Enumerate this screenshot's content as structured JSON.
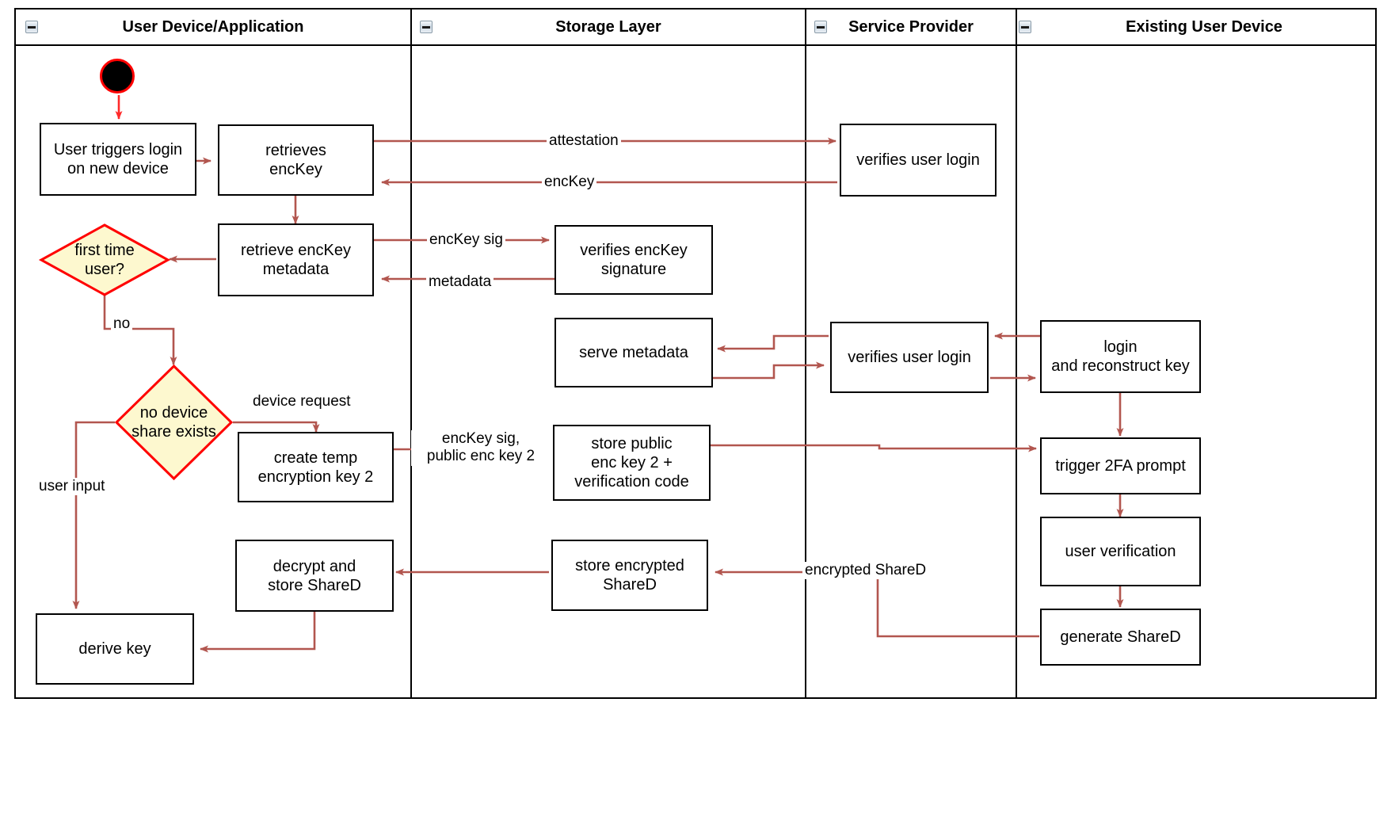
{
  "diagram": {
    "title": "Key recovery on new device — swimlane activity diagram",
    "accent_arrow_color": "#b2564f",
    "decision_fill": "#fdf8cf",
    "decision_border": "#ff0000",
    "node_border": "#000000",
    "lane_border": "#000000"
  },
  "lanes": [
    {
      "id": "user-device-application",
      "label": "User Device/Application",
      "collapse_icon": "collapse-minus-icon"
    },
    {
      "id": "storage-layer",
      "label": "Storage Layer",
      "collapse_icon": "collapse-minus-icon"
    },
    {
      "id": "service-provider",
      "label": "Service Provider",
      "collapse_icon": "collapse-minus-icon"
    },
    {
      "id": "existing-user-device",
      "label": "Existing User Device",
      "collapse_icon": "collapse-minus-icon"
    }
  ],
  "nodes": [
    {
      "id": "start",
      "lane": "user-device-application",
      "type": "start",
      "label": ""
    },
    {
      "id": "user-triggers-login",
      "lane": "user-device-application",
      "type": "action",
      "label": "User triggers login\non new device"
    },
    {
      "id": "retrieves-enckey",
      "lane": "user-device-application",
      "type": "action",
      "label": "retrieves\nencKey"
    },
    {
      "id": "retrieve-enckey-metadata",
      "lane": "user-device-application",
      "type": "action",
      "label": "retrieve encKey\nmetadata"
    },
    {
      "id": "first-time-user",
      "lane": "user-device-application",
      "type": "decision",
      "label": "first time\nuser?"
    },
    {
      "id": "no-device-share-exists",
      "lane": "user-device-application",
      "type": "decision",
      "label": "no device\nshare exists"
    },
    {
      "id": "create-temp-encryption-key-2",
      "lane": "user-device-application",
      "type": "action",
      "label": "create temp\nencryption key 2"
    },
    {
      "id": "decrypt-and-store-shared",
      "lane": "user-device-application",
      "type": "action",
      "label": "decrypt and\nstore ShareD"
    },
    {
      "id": "derive-key",
      "lane": "user-device-application",
      "type": "action",
      "label": "derive key"
    },
    {
      "id": "verifies-enckey-signature",
      "lane": "storage-layer",
      "type": "action",
      "label": "verifies encKey\nsignature"
    },
    {
      "id": "serve-metadata",
      "lane": "storage-layer",
      "type": "action",
      "label": "serve metadata"
    },
    {
      "id": "store-public-enc-key-2",
      "lane": "storage-layer",
      "type": "action",
      "label": "store public\nenc key 2 +\nverification code"
    },
    {
      "id": "store-encrypted-shared",
      "lane": "storage-layer",
      "type": "action",
      "label": "store encrypted\nShareD"
    },
    {
      "id": "verifies-user-login-1",
      "lane": "service-provider",
      "type": "action",
      "label": "verifies user login"
    },
    {
      "id": "verifies-user-login-2",
      "lane": "service-provider",
      "type": "action",
      "label": "verifies user login"
    },
    {
      "id": "login-and-reconstruct-key",
      "lane": "existing-user-device",
      "type": "action",
      "label": "login\nand reconstruct key"
    },
    {
      "id": "trigger-2fa-prompt",
      "lane": "existing-user-device",
      "type": "action",
      "label": "trigger 2FA prompt"
    },
    {
      "id": "user-verification",
      "lane": "existing-user-device",
      "type": "action",
      "label": "user verification"
    },
    {
      "id": "generate-shared",
      "lane": "existing-user-device",
      "type": "action",
      "label": "generate ShareD"
    }
  ],
  "edge_labels": [
    {
      "id": "attestation",
      "text": "attestation"
    },
    {
      "id": "enckey",
      "text": "encKey"
    },
    {
      "id": "enckey-sig",
      "text": "encKey sig"
    },
    {
      "id": "metadata",
      "text": "metadata"
    },
    {
      "id": "no",
      "text": "no"
    },
    {
      "id": "device-request",
      "text": "device request"
    },
    {
      "id": "user-input",
      "text": "user input"
    },
    {
      "id": "enckey-sig-pubkey2",
      "text": "encKey sig,\npublic enc key 2"
    },
    {
      "id": "encrypted-shared",
      "text": "encrypted ShareD"
    }
  ],
  "edges": [
    {
      "from": "start",
      "to": "user-triggers-login",
      "label": ""
    },
    {
      "from": "user-triggers-login",
      "to": "retrieves-enckey",
      "label": ""
    },
    {
      "from": "retrieves-enckey",
      "to": "verifies-user-login-1",
      "label": "attestation"
    },
    {
      "from": "verifies-user-login-1",
      "to": "retrieves-enckey",
      "label": "encKey"
    },
    {
      "from": "retrieves-enckey",
      "to": "retrieve-enckey-metadata",
      "label": ""
    },
    {
      "from": "retrieve-enckey-metadata",
      "to": "verifies-enckey-signature",
      "label": "encKey sig"
    },
    {
      "from": "verifies-enckey-signature",
      "to": "retrieve-enckey-metadata",
      "label": "metadata"
    },
    {
      "from": "retrieve-enckey-metadata",
      "to": "first-time-user",
      "label": ""
    },
    {
      "from": "first-time-user",
      "to": "no-device-share-exists",
      "label": "no"
    },
    {
      "from": "no-device-share-exists",
      "to": "create-temp-encryption-key-2",
      "label": "device request"
    },
    {
      "from": "no-device-share-exists",
      "to": "derive-key",
      "label": "user input"
    },
    {
      "from": "create-temp-encryption-key-2",
      "to": "store-public-enc-key-2",
      "label": "encKey sig,\npublic enc key 2"
    },
    {
      "from": "login-and-reconstruct-key",
      "to": "verifies-user-login-2",
      "label": ""
    },
    {
      "from": "verifies-user-login-2",
      "to": "serve-metadata",
      "label": ""
    },
    {
      "from": "serve-metadata",
      "to": "verifies-user-login-2",
      "label": ""
    },
    {
      "from": "verifies-user-login-2",
      "to": "login-and-reconstruct-key",
      "label": ""
    },
    {
      "from": "store-public-enc-key-2",
      "to": "trigger-2fa-prompt",
      "label": ""
    },
    {
      "from": "login-and-reconstruct-key",
      "to": "trigger-2fa-prompt",
      "label": ""
    },
    {
      "from": "trigger-2fa-prompt",
      "to": "user-verification",
      "label": ""
    },
    {
      "from": "user-verification",
      "to": "generate-shared",
      "label": ""
    },
    {
      "from": "generate-shared",
      "to": "store-encrypted-shared",
      "label": "encrypted ShareD"
    },
    {
      "from": "store-encrypted-shared",
      "to": "decrypt-and-store-shared",
      "label": ""
    },
    {
      "from": "decrypt-and-store-shared",
      "to": "derive-key",
      "label": ""
    }
  ]
}
